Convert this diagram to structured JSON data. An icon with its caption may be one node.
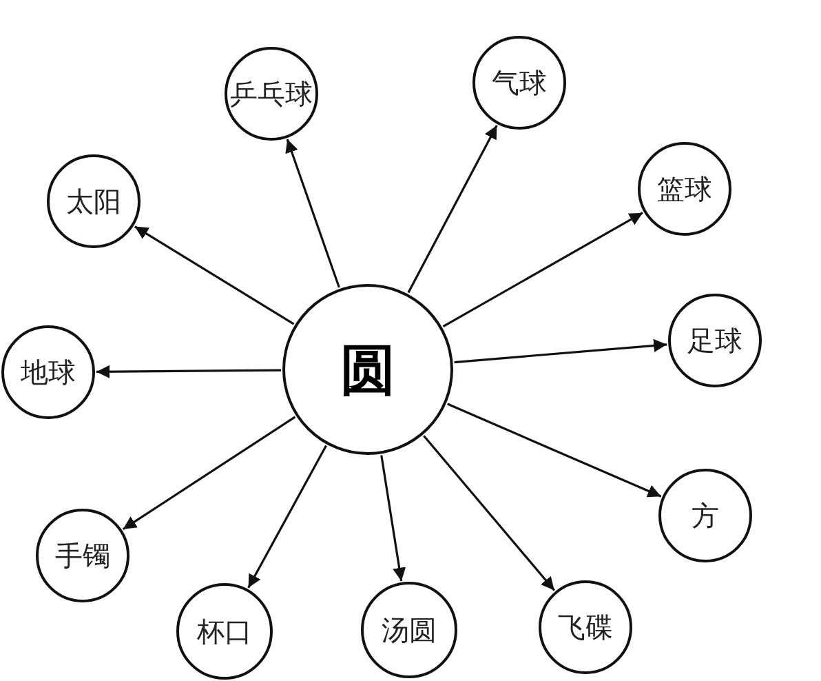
{
  "diagram": {
    "nodes": [
      {
        "text": [
          "圆"
        ]
      },
      {
        "text": [
          "乒乓球"
        ]
      },
      {
        "text": [
          "气球"
        ]
      },
      {
        "text": [
          "篮球"
        ]
      },
      {
        "text": [
          "足球"
        ]
      },
      {
        "text": [
          "方"
        ]
      },
      {
        "text": [
          "飞碟"
        ]
      },
      {
        "text": [
          "汤圆"
        ]
      },
      {
        "text": [
          "杯口"
        ]
      },
      {
        "text": [
          "手镯"
        ]
      },
      {
        "text": [
          "地球"
        ]
      },
      {
        "text": [
          "太阳"
        ]
      }
    ],
    "edges": [
      {
        "from": 0,
        "to": 1,
        "arrow": "to"
      },
      {
        "from": 0,
        "to": 2,
        "arrow": "to"
      },
      {
        "from": 0,
        "to": 3,
        "arrow": "to"
      },
      {
        "from": 0,
        "to": 4,
        "arrow": "to"
      },
      {
        "from": 0,
        "to": 5,
        "arrow": "to"
      },
      {
        "from": 0,
        "to": 6,
        "arrow": "to"
      },
      {
        "from": 0,
        "to": 7,
        "arrow": "to"
      },
      {
        "from": 0,
        "to": 8,
        "arrow": "to"
      },
      {
        "from": 0,
        "to": 9,
        "arrow": "to"
      },
      {
        "from": 0,
        "to": 10,
        "arrow": "to"
      },
      {
        "from": 0,
        "to": 11,
        "arrow": "to"
      }
    ]
  }
}
